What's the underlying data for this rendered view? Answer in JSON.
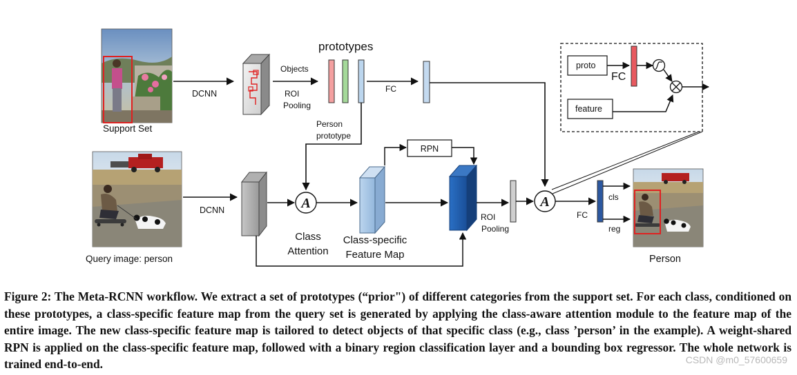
{
  "labels": {
    "support_set": "Support Set",
    "query_image": "Query image:  person",
    "dcnn_top": "DCNN",
    "dcnn_bottom": "DCNN",
    "objects": "Objects",
    "roi_pooling_top_1": "ROI",
    "roi_pooling_top_2": "Pooling",
    "prototypes": "prototypes",
    "fc_top": "FC",
    "person_prototype_1": "Person",
    "person_prototype_2": "prototype",
    "rpn": "RPN",
    "class_attention_1": "Class",
    "class_attention_2": "Attention",
    "class_specific_1": "Class-specific",
    "class_specific_2": "Feature Map",
    "roi_pooling_bottom_1": "ROI",
    "roi_pooling_bottom_2": "Pooling",
    "fc_bottom": "FC",
    "cls": "cls",
    "reg": "reg",
    "person_result": "Person",
    "attention_symbol": "A",
    "inset_proto": "proto",
    "inset_feature": "feature",
    "inset_fc": "FC"
  },
  "caption": "Figure 2: The Meta-RCNN workflow. We extract a set of prototypes (“prior\") of different categories from the support set. For each class, conditioned on these prototypes, a class-specific feature map from the query set is generated by applying the class-aware attention module to the feature map of the entire image. The new class-specific feature map is tailored to detect objects of that specific class (e.g., class ’person’ in the example). A weight-shared RPN is applied on the class-specific feature map, followed with a binary region classification layer and a bounding box regressor. The whole network is trained end-to-end.",
  "watermark": "CSDN @m0_57600659",
  "colors": {
    "proto_red": "#f4a0a0",
    "proto_green": "#a5d99a",
    "proto_blue": "#bcd6ee",
    "fc_blue": "#c4daf0",
    "feature_light": "#a9c8e6",
    "feature_dark": "#1f5fb0",
    "feature_dark_side": "#153f7a",
    "fc_dark": "#2c58a0",
    "inset_fc_red": "#e8595f",
    "box_red": "#e02020"
  }
}
